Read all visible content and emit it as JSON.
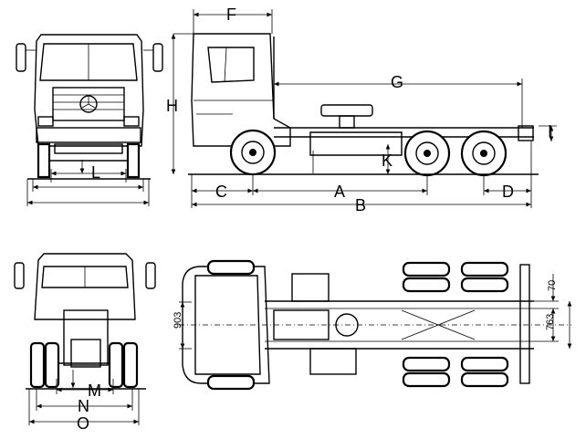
{
  "labels": {
    "F": "F",
    "H": "H",
    "G": "G",
    "I": "I",
    "K": "K",
    "L": "L",
    "C": "C",
    "A": "A",
    "B": "B",
    "D": "D",
    "dim_903": "903",
    "dim_70": "70",
    "dim_763": "763",
    "M": "M",
    "N": "N",
    "O": "O"
  }
}
